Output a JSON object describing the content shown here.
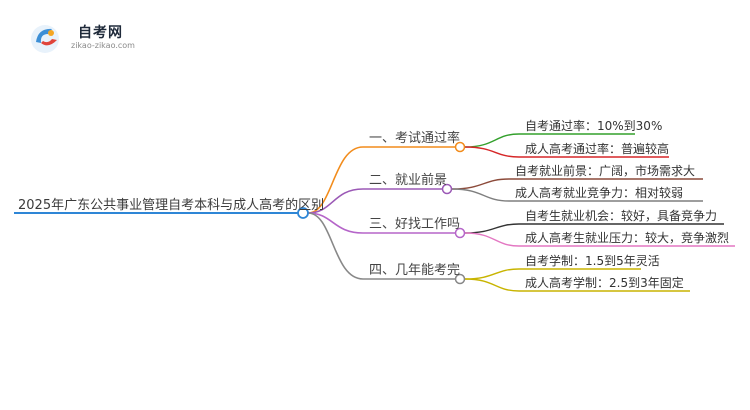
{
  "logo": {
    "name": "自考网",
    "url": "zikao-zikao.com"
  },
  "mindmap": {
    "root": "2025年广东公共事业管理自考本科与成人高考的区别",
    "root_color": "#2e86d6",
    "branches": [
      {
        "label": "一、考试通过率",
        "color": "#f28c1c",
        "leaves": [
          {
            "label": "自考通过率：10%到30%",
            "color": "#33a02c"
          },
          {
            "label": "成人高考通过率：普遍较高",
            "color": "#d62728"
          }
        ]
      },
      {
        "label": "二、就业前景",
        "color": "#9b59b6",
        "leaves": [
          {
            "label": "自考就业前景：广阔，市场需求大",
            "color": "#8c4a3a"
          },
          {
            "label": "成人高考就业竞争力：相对较弱",
            "color": "#7f7f7f"
          }
        ]
      },
      {
        "label": "三、好找工作吗",
        "color": "#b565c9",
        "leaves": [
          {
            "label": "自考生就业机会：较好，具备竞争力",
            "color": "#333333"
          },
          {
            "label": "成人高考生就业压力：较大，竞争激烈",
            "color": "#e377c2"
          }
        ]
      },
      {
        "label": "四、几年能考完",
        "color": "#888888",
        "leaves": [
          {
            "label": "自考学制：1.5到5年灵活",
            "color": "#c8b400"
          },
          {
            "label": "成人高考学制：2.5到3年固定",
            "color": "#c8b400"
          }
        ]
      }
    ]
  }
}
